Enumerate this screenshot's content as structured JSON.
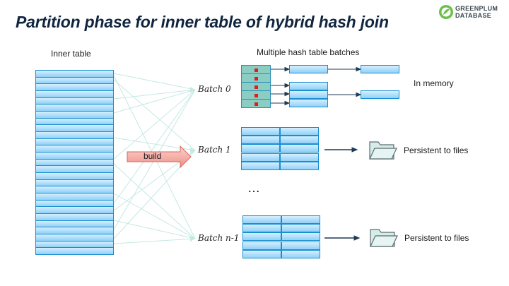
{
  "title": "Partition phase for inner table of hybrid hash join",
  "logo": {
    "line1": "GREENPLUM",
    "line2": "DATABASE",
    "icon": "greenplum-logo-icon",
    "color": "#6cc04a"
  },
  "inner_table": {
    "label": "Inner table",
    "rows": 27
  },
  "hash_batches_label": "Multiple hash table batches",
  "build_arrow": {
    "label": "build",
    "color": "#f28b82"
  },
  "batches": [
    {
      "label": "Batch 0",
      "storage": "In memory"
    },
    {
      "label": "Batch 1",
      "storage": "Persistent to files",
      "icon": "folder-icon"
    },
    {
      "label": "Batch n-1",
      "storage": "Persistent to files",
      "icon": "folder-icon"
    }
  ],
  "ellipsis": "…",
  "colors": {
    "title": "#10253f",
    "cell_border": "#1a8fd0",
    "bucket": "#8ccdc3",
    "pointer": "#e31b1b",
    "fan_lines": "#c5e8e4",
    "arrow": "#1f3a52"
  }
}
